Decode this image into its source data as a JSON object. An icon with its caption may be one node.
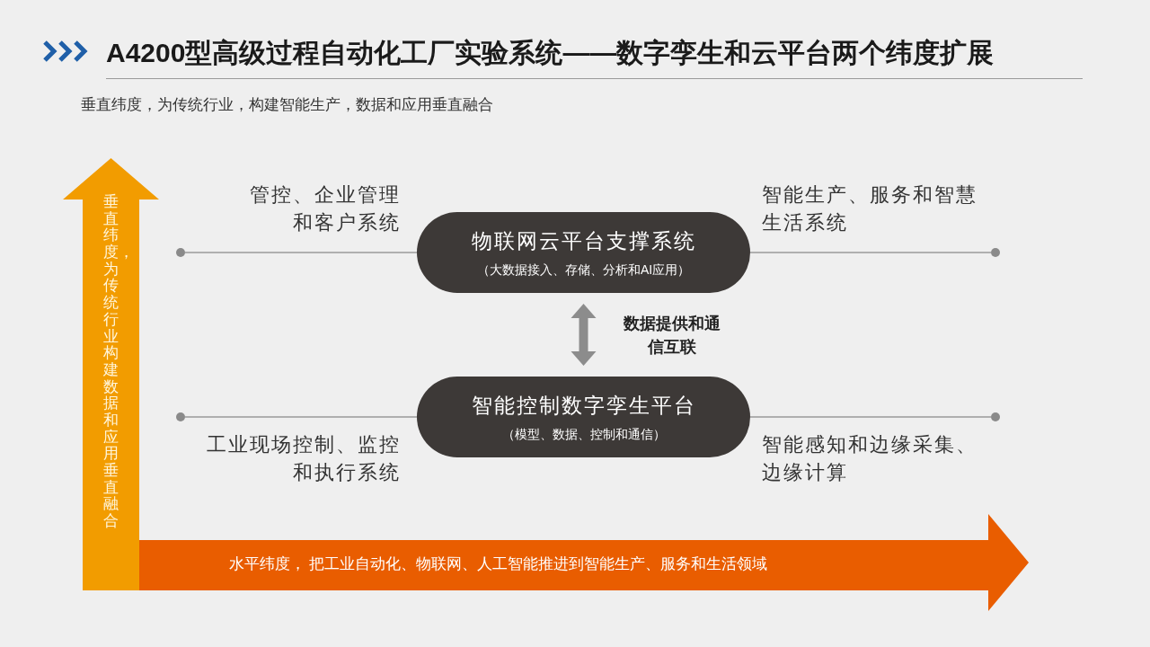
{
  "diagram": {
    "title": "A4200型高级过程自动化工厂实验系统——数字孪生和云平台两个纬度扩展",
    "nodes": [
      {
        "text": [
          "垂直纬度，为传统行业构建数据和应用垂直融合"
        ]
      },
      {
        "text": [],
        "shape": "circle"
      },
      {
        "text": [
          "物联网云平台支撑系统",
          "（大数据接入、存储、分析和AI应用）"
        ]
      },
      {
        "text": [],
        "shape": "circle"
      },
      {
        "text": [],
        "shape": "circle"
      },
      {
        "text": [
          "智能控制数字孪生平台",
          "（模型、数据、控制和通信）"
        ]
      },
      {
        "text": [],
        "shape": "circle"
      },
      {
        "text": [
          "水平纬度， 把工业自动化、物联网、人工智能推进到智能生产、服务和生活领域"
        ]
      }
    ],
    "edges": [
      {
        "from": 1,
        "to": 2,
        "arrow": "none"
      },
      {
        "from": 2,
        "to": 3,
        "arrow": "none"
      },
      {
        "from": 4,
        "to": 5,
        "arrow": "none"
      },
      {
        "from": 5,
        "to": 6,
        "arrow": "none"
      },
      {
        "from": 2,
        "to": 5,
        "arrow": "both",
        "label": "数据提供和通信互联",
        "style": "thick",
        "color": "#8c8c8c"
      }
    ],
    "labels": [
      "垂直纬度，为传统行业，构建智能生产，数据和应用垂直融合",
      "管控、企业管理和客户系统",
      "智能生产、服务和智慧生活系统",
      "工业现场控制、监控和执行系统",
      "智能感知和边缘采集、边缘计算"
    ]
  }
}
